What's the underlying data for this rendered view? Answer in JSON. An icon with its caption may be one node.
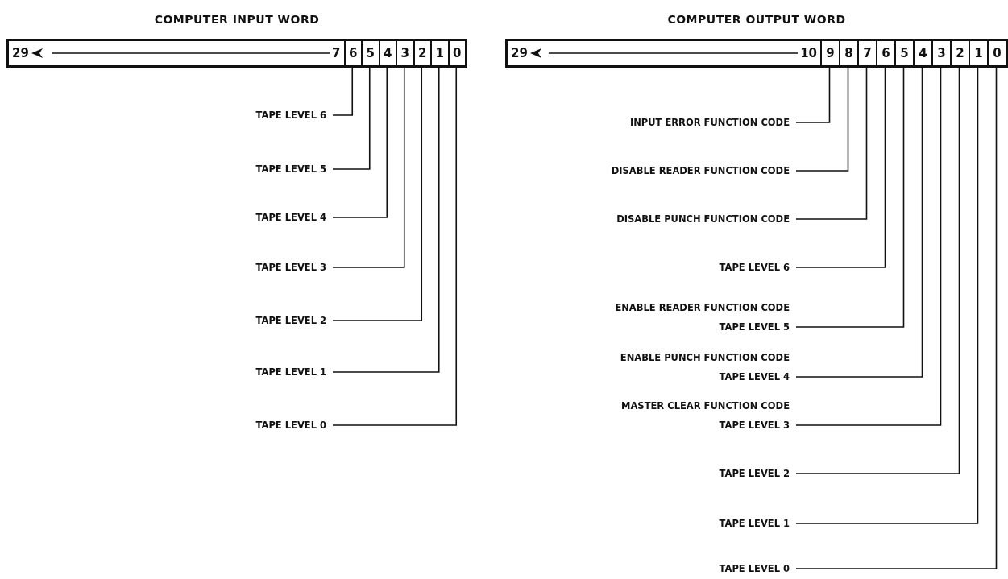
{
  "diagram": {
    "nodes": [
      {
        "text": [
          "COMPUTER INPUT WORD"
        ]
      },
      {
        "text": [
          "29",
          "7"
        ],
        "in": 0
      },
      {
        "text": [
          "6"
        ],
        "in": 0
      },
      {
        "text": [
          "5"
        ],
        "in": 0
      },
      {
        "text": [
          "4"
        ],
        "in": 0
      },
      {
        "text": [
          "3"
        ],
        "in": 0
      },
      {
        "text": [
          "2"
        ],
        "in": 0
      },
      {
        "text": [
          "1"
        ],
        "in": 0
      },
      {
        "text": [
          "0"
        ],
        "in": 0
      },
      {
        "text": [
          "TAPE LEVEL 6"
        ]
      },
      {
        "text": [
          "TAPE LEVEL 5"
        ]
      },
      {
        "text": [
          "TAPE LEVEL 4"
        ]
      },
      {
        "text": [
          "TAPE LEVEL 3"
        ]
      },
      {
        "text": [
          "TAPE LEVEL 2"
        ]
      },
      {
        "text": [
          "TAPE LEVEL 1"
        ]
      },
      {
        "text": [
          "TAPE LEVEL 0"
        ]
      },
      {
        "text": [
          "COMPUTER OUTPUT WORD"
        ]
      },
      {
        "text": [
          "29",
          "10"
        ],
        "in": 16
      },
      {
        "text": [
          "9"
        ],
        "in": 16
      },
      {
        "text": [
          "8"
        ],
        "in": 16
      },
      {
        "text": [
          "7"
        ],
        "in": 16
      },
      {
        "text": [
          "6"
        ],
        "in": 16
      },
      {
        "text": [
          "5"
        ],
        "in": 16
      },
      {
        "text": [
          "4"
        ],
        "in": 16
      },
      {
        "text": [
          "3"
        ],
        "in": 16
      },
      {
        "text": [
          "2"
        ],
        "in": 16
      },
      {
        "text": [
          "1"
        ],
        "in": 16
      },
      {
        "text": [
          "0"
        ],
        "in": 16
      },
      {
        "text": [
          "INPUT ERROR FUNCTION CODE"
        ]
      },
      {
        "text": [
          "DISABLE READER FUNCTION CODE"
        ]
      },
      {
        "text": [
          "DISABLE PUNCH FUNCTION CODE"
        ]
      },
      {
        "text": [
          "TAPE LEVEL 6"
        ]
      },
      {
        "text": [
          "ENABLE READER FUNCTION CODE",
          "TAPE LEVEL 5"
        ]
      },
      {
        "text": [
          "ENABLE PUNCH FUNCTION CODE",
          "TAPE LEVEL 4"
        ]
      },
      {
        "text": [
          "MASTER CLEAR FUNCTION CODE",
          "TAPE LEVEL 3"
        ]
      },
      {
        "text": [
          "TAPE LEVEL 2"
        ]
      },
      {
        "text": [
          "TAPE LEVEL 1"
        ]
      },
      {
        "text": [
          "TAPE LEVEL 0"
        ]
      }
    ],
    "edges": [
      {
        "from": 9,
        "to": 2,
        "arrow": "none"
      },
      {
        "from": 10,
        "to": 3,
        "arrow": "none"
      },
      {
        "from": 11,
        "to": 4,
        "arrow": "none"
      },
      {
        "from": 12,
        "to": 5,
        "arrow": "none"
      },
      {
        "from": 13,
        "to": 6,
        "arrow": "none"
      },
      {
        "from": 14,
        "to": 7,
        "arrow": "none"
      },
      {
        "from": 15,
        "to": 8,
        "arrow": "none"
      },
      {
        "from": 28,
        "to": 18,
        "arrow": "none"
      },
      {
        "from": 29,
        "to": 19,
        "arrow": "none"
      },
      {
        "from": 30,
        "to": 20,
        "arrow": "none"
      },
      {
        "from": 31,
        "to": 21,
        "arrow": "none"
      },
      {
        "from": 32,
        "to": 22,
        "arrow": "none"
      },
      {
        "from": 33,
        "to": 23,
        "arrow": "none"
      },
      {
        "from": 34,
        "to": 24,
        "arrow": "none"
      },
      {
        "from": 35,
        "to": 25,
        "arrow": "none"
      },
      {
        "from": 36,
        "to": 26,
        "arrow": "none"
      },
      {
        "from": 37,
        "to": 27,
        "arrow": "none"
      }
    ]
  }
}
